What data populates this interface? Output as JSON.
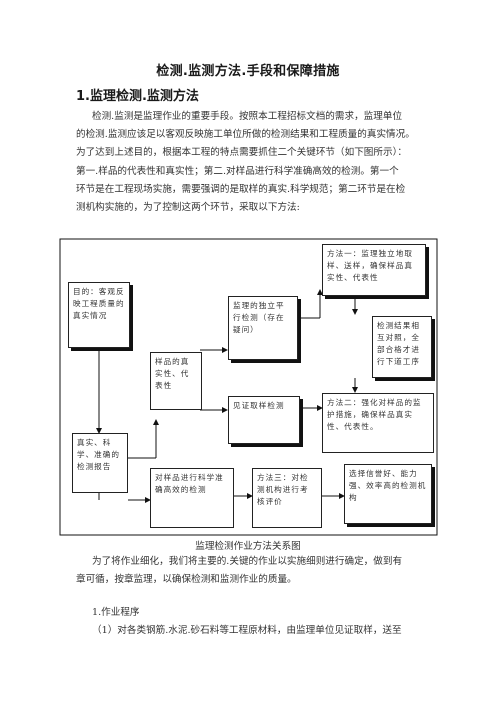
{
  "doc": {
    "title": "检测.监测方法.手段和保障措施",
    "section_heading": "1.监理检测.监测方法",
    "intro_lines": [
      "检测.监测是监理作业的重要手段。按照本工程招标文档的需求，监理单位",
      "的检测.监测应该足以客观反映施工单位所做的检测结果和工程质量的真实情况。",
      "为了达到上述目的，根据本工程的特点需要抓住二个关键环节（如下图所示）：",
      "第一.样品的代表性和真实性；第二.对样品进行科学准确高效的检测。第一个",
      "环节是在工程现场实施，需要强调的是取样的真实.科学规范；第二环节是在检",
      "测机构实施的，为了控制这两个环节，采取以下方法:"
    ],
    "after_lines": [
      "为了将作业细化，我们将主要的.关键的作业以实施细则进行确定，做到有",
      "章可循，按章监理，以确保检测和监测作业的质量。"
    ],
    "sub_heading": "1.作业程序",
    "sub_line": "（1）对各类钢筋.水泥.砂石料等工程原材料，由监理单位见证取样，送至"
  },
  "diagram": {
    "caption": "监理检测作业方法关系图",
    "boxes": {
      "goal": "目的：客观反映工程质量的真实情况",
      "real_accurate": "真实、科学、准确的检测报告",
      "sample_repr": "样品的真实性、代表性",
      "independent_check": "监理的独立平行检测（存在疑问）",
      "method1": "方法一：监理独立地取样、送样，确保样品真实性、代表性",
      "result_compare": "检测结果相互对照，全部合格才进行下道工序",
      "witness_sampling": "见证取样检测",
      "method2": "方法二：强化对样品的监护措施，确保样品真实性、代表性。",
      "sci_test": "对样品进行科学准确高效的检测",
      "method3": "方法三：对检测机构进行考核评价",
      "choose_lab": "选择信誉好、能力强、效率高的检测机构"
    }
  }
}
